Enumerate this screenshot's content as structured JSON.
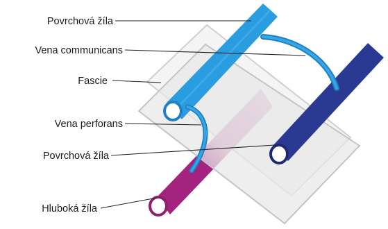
{
  "labels": {
    "superficial_vein_top": "Povrchová žíla",
    "vena_communicans": "Vena communicans",
    "fascia": "Fascie",
    "vena_perforans": "Vena perforans",
    "superficial_vein_right": "Povrchová žíla",
    "deep_vein": "Hluboká žíla"
  },
  "colors": {
    "superficial_vein": "#2a9de0",
    "superficial_vein_dark": "#1f7fc2",
    "superficial_vein_right": "#2a3a93",
    "deep_vein": "#a3237f",
    "deep_vein_faded": "#d7a9c8",
    "fascia_fill": "#ebebeb",
    "fascia_edge": "#c7c7c7"
  }
}
